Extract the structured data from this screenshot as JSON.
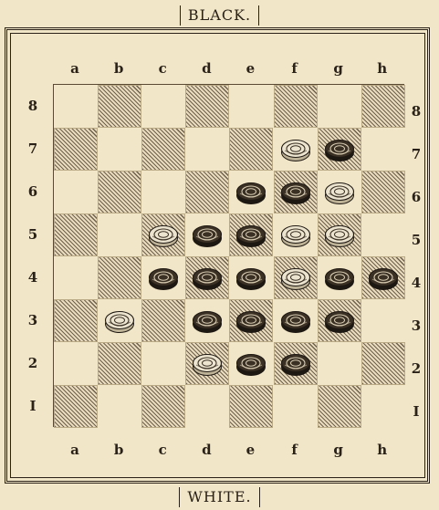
{
  "header": {
    "top_player": "BLACK.",
    "bottom_player": "WHITE."
  },
  "board": {
    "files": [
      "a",
      "b",
      "c",
      "d",
      "e",
      "f",
      "g",
      "h"
    ],
    "ranks": [
      "8",
      "7",
      "6",
      "5",
      "4",
      "3",
      "2",
      "I"
    ],
    "pieces": [
      {
        "square": "f7",
        "color": "white"
      },
      {
        "square": "g7",
        "color": "black"
      },
      {
        "square": "e6",
        "color": "black"
      },
      {
        "square": "f6",
        "color": "black"
      },
      {
        "square": "g6",
        "color": "white"
      },
      {
        "square": "c5",
        "color": "white"
      },
      {
        "square": "d5",
        "color": "black"
      },
      {
        "square": "e5",
        "color": "black"
      },
      {
        "square": "f5",
        "color": "white"
      },
      {
        "square": "g5",
        "color": "white"
      },
      {
        "square": "c4",
        "color": "black"
      },
      {
        "square": "d4",
        "color": "black"
      },
      {
        "square": "e4",
        "color": "black"
      },
      {
        "square": "f4",
        "color": "white"
      },
      {
        "square": "g4",
        "color": "black"
      },
      {
        "square": "h4",
        "color": "black"
      },
      {
        "square": "b3",
        "color": "white"
      },
      {
        "square": "d3",
        "color": "black"
      },
      {
        "square": "e3",
        "color": "black"
      },
      {
        "square": "f3",
        "color": "black"
      },
      {
        "square": "g3",
        "color": "black"
      },
      {
        "square": "d2",
        "color": "white"
      },
      {
        "square": "e2",
        "color": "black"
      },
      {
        "square": "f2",
        "color": "black"
      }
    ]
  },
  "colors": {
    "paper": "#f1e6c7",
    "ink": "#2a2118",
    "white_piece": "#ece4cf",
    "black_piece": "#3b3024"
  }
}
